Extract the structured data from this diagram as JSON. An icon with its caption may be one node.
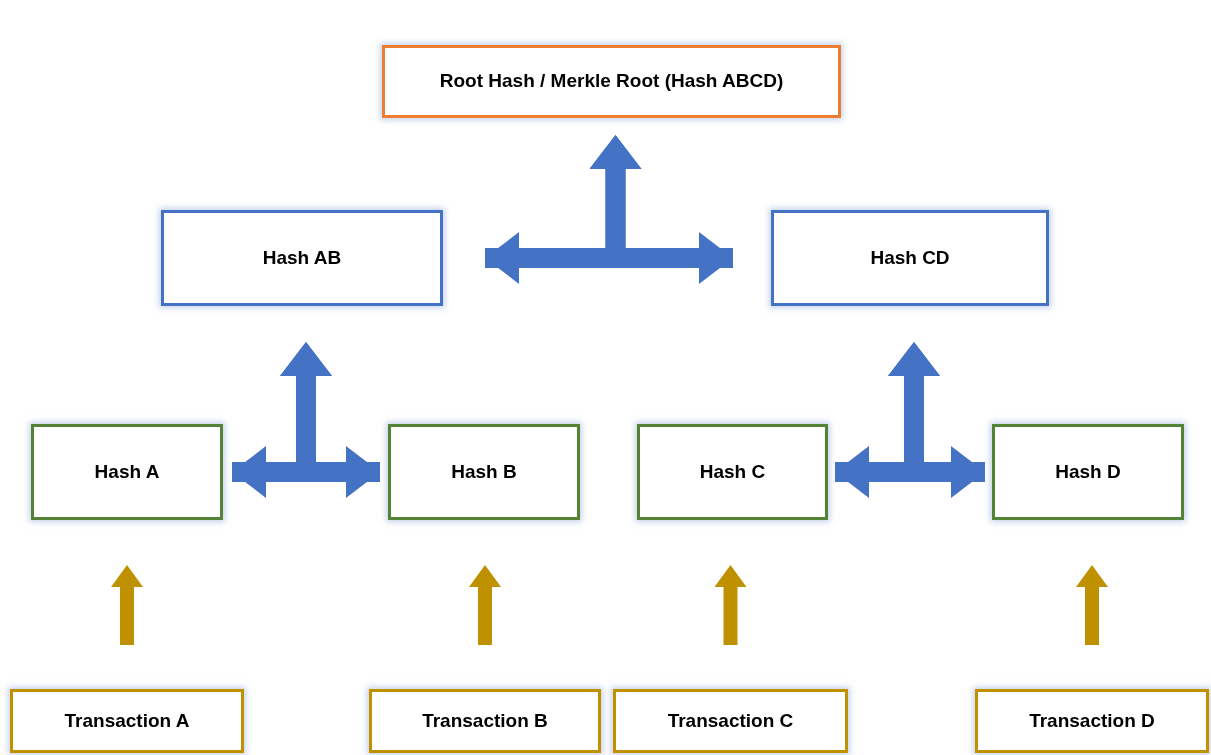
{
  "diagram": {
    "nodes": [
      {
        "text": [
          "Root Hash / Merkle Root (Hash ABCD)"
        ]
      },
      {
        "text": [
          "Hash AB"
        ]
      },
      {
        "text": [
          "Hash CD"
        ]
      },
      {
        "text": [
          "Hash A"
        ]
      },
      {
        "text": [
          "Hash B"
        ]
      },
      {
        "text": [
          "Hash C"
        ]
      },
      {
        "text": [
          "Hash D"
        ]
      },
      {
        "text": [
          "Transaction A"
        ]
      },
      {
        "text": [
          "Transaction B"
        ]
      },
      {
        "text": [
          "Transaction C"
        ]
      },
      {
        "text": [
          "Transaction D"
        ]
      }
    ],
    "edges": [
      {
        "from": 7,
        "to": 3,
        "arrow": "to",
        "color": "#bf9000"
      },
      {
        "from": 8,
        "to": 4,
        "arrow": "to",
        "color": "#bf9000"
      },
      {
        "from": 9,
        "to": 5,
        "arrow": "to",
        "color": "#bf9000"
      },
      {
        "from": 10,
        "to": 6,
        "arrow": "to",
        "color": "#bf9000"
      },
      {
        "from": 1,
        "to": 2,
        "arrow": "both"
      },
      {
        "from": 1,
        "to": 0,
        "arrow": "to"
      },
      {
        "from": 2,
        "to": 0,
        "arrow": "to"
      },
      {
        "from": 3,
        "to": 4,
        "arrow": "both"
      },
      {
        "from": 3,
        "to": 1,
        "arrow": "to"
      },
      {
        "from": 4,
        "to": 1,
        "arrow": "to"
      },
      {
        "from": 5,
        "to": 6,
        "arrow": "both"
      },
      {
        "from": 5,
        "to": 2,
        "arrow": "to"
      },
      {
        "from": 6,
        "to": 2,
        "arrow": "to"
      }
    ]
  }
}
